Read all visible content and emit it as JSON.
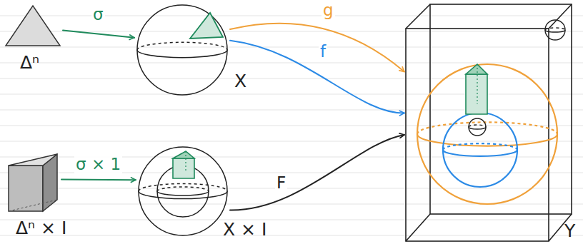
{
  "diagram": {
    "nodes": [
      {
        "text": [
          "Δⁿ"
        ]
      },
      {
        "text": [
          "X"
        ]
      },
      {
        "text": [
          "Y"
        ]
      },
      {
        "text": [
          "Δⁿ × I"
        ]
      },
      {
        "text": [
          "X × I"
        ]
      }
    ],
    "edges": [
      {
        "from": 0,
        "to": 1,
        "arrow": "to",
        "label": "σ"
      },
      {
        "from": 1,
        "to": 2,
        "arrow": "to",
        "label": "g"
      },
      {
        "from": 1,
        "to": 2,
        "arrow": "to",
        "label": "f"
      },
      {
        "from": 3,
        "to": 4,
        "arrow": "to",
        "label": "σ × 1"
      },
      {
        "from": 4,
        "to": 2,
        "arrow": "to",
        "label": "F"
      }
    ]
  }
}
